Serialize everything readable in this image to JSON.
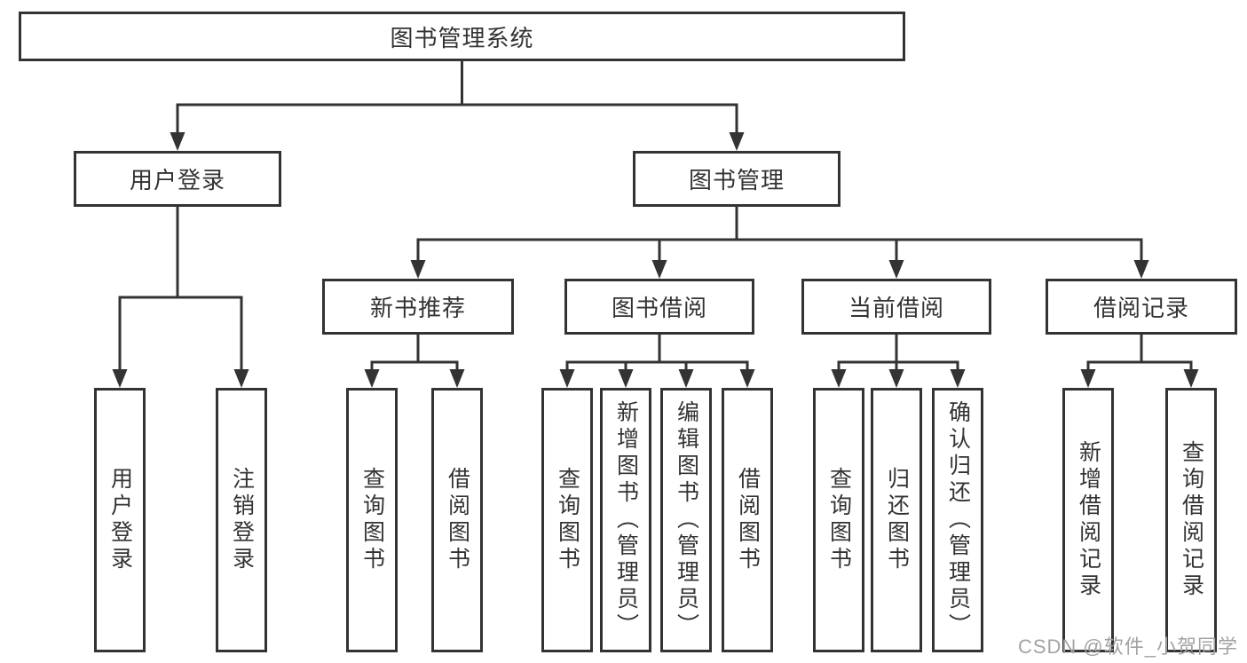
{
  "diagram": {
    "root": {
      "label": "图书管理系统"
    },
    "level2": [
      {
        "id": "user-login",
        "label": "用户登录"
      },
      {
        "id": "book-management",
        "label": "图书管理"
      }
    ],
    "level3": [
      {
        "id": "new-book-recommend",
        "parent": "book-management",
        "label": "新书推荐"
      },
      {
        "id": "book-borrow",
        "parent": "book-management",
        "label": "图书借阅"
      },
      {
        "id": "current-borrow",
        "parent": "book-management",
        "label": "当前借阅"
      },
      {
        "id": "borrow-records",
        "parent": "book-management",
        "label": "借阅记录"
      }
    ],
    "leaves": [
      {
        "parent": "user-login",
        "label": "用户登录"
      },
      {
        "parent": "user-login",
        "label": "注销登录"
      },
      {
        "parent": "new-book-recommend",
        "label": "查询图书"
      },
      {
        "parent": "new-book-recommend",
        "label": "借阅图书"
      },
      {
        "parent": "book-borrow",
        "label": "查询图书"
      },
      {
        "parent": "book-borrow",
        "label": "新增图书（管理员）"
      },
      {
        "parent": "book-borrow",
        "label": "编辑图书（管理员）"
      },
      {
        "parent": "book-borrow",
        "label": "借阅图书"
      },
      {
        "parent": "current-borrow",
        "label": "查询图书"
      },
      {
        "parent": "current-borrow",
        "label": "归还图书"
      },
      {
        "parent": "current-borrow",
        "label": "确认归还（管理员）"
      },
      {
        "parent": "borrow-records",
        "label": "新增借阅记录"
      },
      {
        "parent": "borrow-records",
        "label": "查询借阅记录"
      }
    ],
    "watermark": "CSDN @软件_小贺同学",
    "colors": {
      "line": "#333333",
      "box_fill": "#ffffff",
      "text": "#333333",
      "watermark": "#a3a3a3"
    }
  }
}
